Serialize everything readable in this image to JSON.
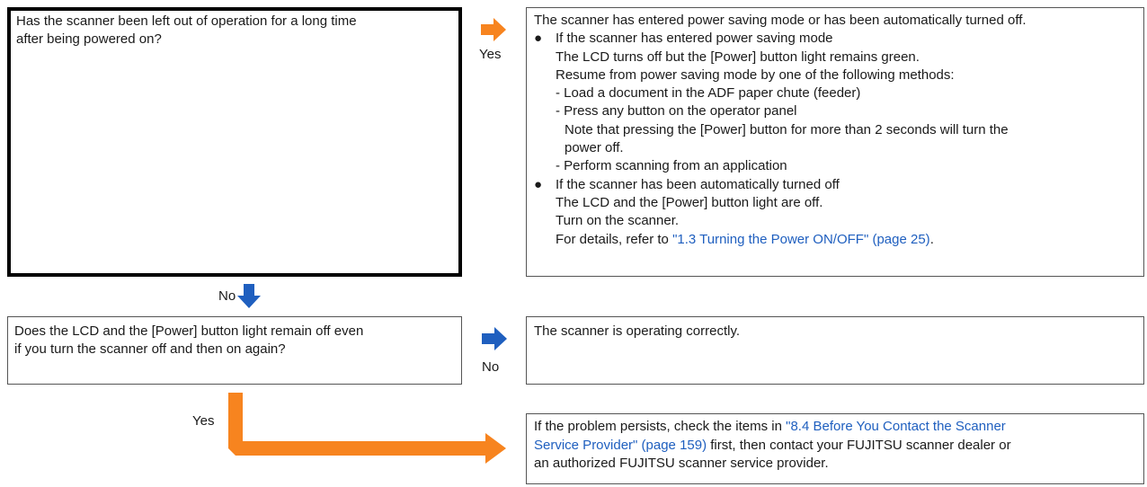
{
  "question1": {
    "lines": [
      "Has the scanner been left out of operation for a long time",
      "after being powered on?"
    ]
  },
  "yes_label_1": "Yes",
  "answer1": {
    "line0": "The scanner has entered power saving mode or has been automatically turned off.",
    "bullet1": "If the scanner has entered power saving mode",
    "b1_l1": "The LCD turns off but the [Power] button light remains green.",
    "b1_l2": "Resume from power saving mode by one of the following methods:",
    "b1_l3": "- Load a document in the ADF paper chute (feeder)",
    "b1_l4": "- Press any button on the operator panel",
    "b1_l5": "Note that pressing the [Power] button for more than 2 seconds will turn the",
    "b1_l6": "power off.",
    "b1_l7": "- Perform scanning from an application",
    "bullet2": "If the scanner has been automatically turned off",
    "b2_l1": "The LCD and the [Power] button light are off.",
    "b2_l2": "Turn on the scanner.",
    "b2_l3_prefix": "For details, refer to ",
    "b2_l3_link": "\"1.3 Turning the Power ON/OFF\" (page 25)",
    "b2_l3_suffix": ".",
    "bullet_char": "●"
  },
  "no_label_1": "No",
  "question2": {
    "lines": [
      "Does the LCD and the [Power] button light remain off even",
      "if you turn the scanner off and then on again?"
    ]
  },
  "no_label_2": "No",
  "answer2": {
    "text": "The scanner is operating correctly."
  },
  "yes_label_2": "Yes",
  "answer3": {
    "l1_prefix": "If the problem persists, check the items in ",
    "l1_link": "\"8.4 Before You Contact the Scanner",
    "l2_link": "Service Provider\" (page 159)",
    "l2_suffix": " first, then contact your FUJITSU scanner dealer or",
    "l3": "an authorized FUJITSU scanner service provider."
  },
  "colors": {
    "yes_arrow": "#f7841f",
    "no_arrow": "#1f5fbf",
    "link": "#1f5fbf"
  },
  "icons": {
    "yes_arrow": "orange-right-arrow-icon",
    "no_arrow": "blue-arrow-icon"
  }
}
